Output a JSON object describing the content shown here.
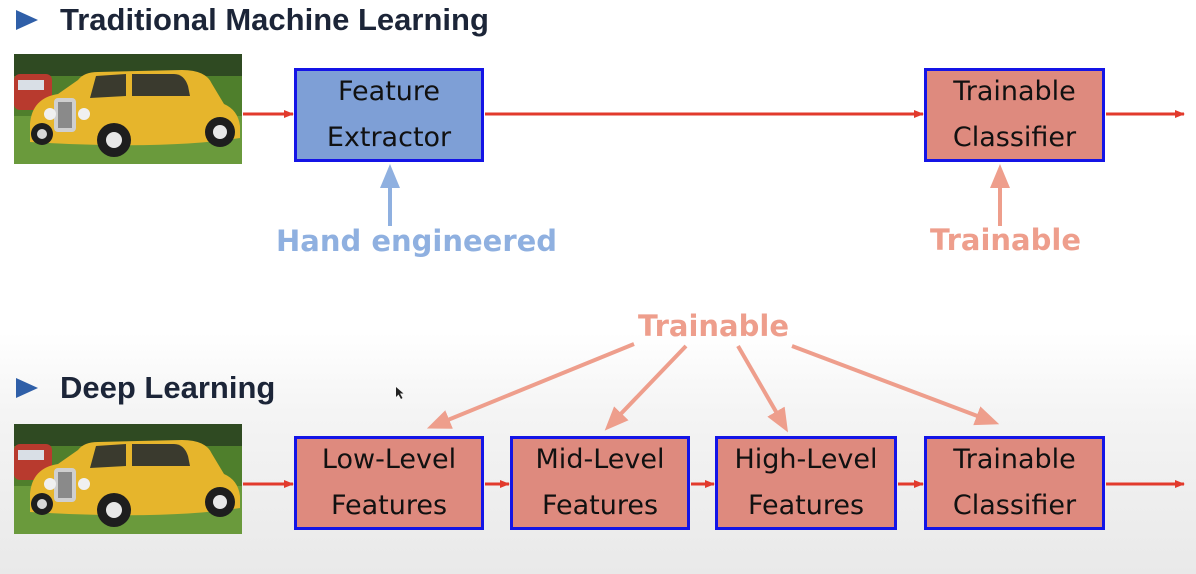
{
  "traditional": {
    "title": "Traditional Machine Learning",
    "feature_extractor": [
      "Feature",
      "Extractor"
    ],
    "classifier": [
      "Trainable",
      "Classifier"
    ],
    "hand_label": "Hand engineered",
    "trainable_label": "Trainable"
  },
  "deep": {
    "title": "Deep Learning",
    "trainable_label": "Trainable",
    "boxes": [
      [
        "Low-Level",
        "Features"
      ],
      [
        "Mid-Level",
        "Features"
      ],
      [
        "High-Level",
        "Features"
      ],
      [
        "Trainable",
        "Classifier"
      ]
    ]
  },
  "colors": {
    "title": "#1c2538",
    "bullet": "#2f5fa8",
    "box_border": "#1414e6",
    "box_blue": "#7e9fd6",
    "box_salmon": "#de8a7e",
    "flow_arrow": "#e23a2c",
    "label_blue": "#8fb0e0",
    "label_salmon": "#ee9e8c"
  }
}
